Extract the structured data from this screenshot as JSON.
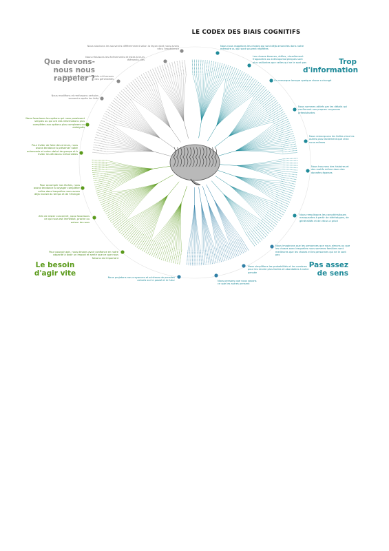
{
  "title": "LE CODEX DES BIAIS COGNITIFS",
  "quadrants": {
    "memory": "Que devons-nous nous rappeler ?",
    "info": "Trop d'information",
    "meaning": "Pas assez de sens",
    "action": "Le besoin d'agir vite"
  },
  "colors": {
    "grey": "#8a8a8a",
    "teal": "#1f8a99",
    "blue": "#2f7fa6",
    "green": "#5a9a1a",
    "brain": "#7a7a7a"
  },
  "notes": {
    "m1": "Nous stockons les souvenirs différemment selon la façon dont nous avons vécu l'expérience",
    "m2": "Nous réduisons les événements et listes à leurs éléments-clés",
    "m3": "Nous écartons les spécificités et formons des généralités",
    "m4": "Nous modifions et renforçons certains souvenirs après les faits",
    "i1": "Nous nous rappelons les choses qui sont déjà amorcées dans notre mémoire ou qui sont souvent répétées",
    "i2": "Les choses bizarres, drôles, visuellement frappantes ou anthropomorphiques sont plus saillantes que celles qui ne le sont pas",
    "i3": "On remarque lorsque quelque chose a changé",
    "i4": "Nous sommes attirés par les détails qui confirment nos propres croyances préexistantes",
    "i5": "Nous remarquons les failles chez les autres plus facilement que chez nous-mêmes",
    "s1": "Nous trouvons des histoires et des motifs même dans des données éparses",
    "s2": "Nous remplissons les caractéristiques manquantes à partir de stéréotypes, de généralités et de vécus a priori",
    "s3": "Nous imaginons que les personnes que nous aimons ou que les choses avec lesquelles nous sommes familiers sont meilleures que les choses et les personnes qui ne le sont pas",
    "s4": "Nous simplifions les probabilités et les nombres pour les rendre plus faciles et abordables à notre pensée",
    "s5": "Nous pensons que nous savons ce que les autres pensent",
    "s6": "Nous projetons nos croyances et schémas de pensées actuels sur le passé et le futur",
    "a1": "Nous favorisons les options qui nous paraissent simples ou qui ont des informations plus complètes aux options plus complexes ou ambiguës",
    "a2": "Pour éviter de faire des erreurs, nous avons tendance à préserver notre autonomie et notre statut de groupe et à éviter les décisions irréversibles",
    "a3": "Pour accomplir nos tâches, nous avons tendance à voyager compléter celles dans lesquelles nous avons déjà investi du temps et de l'énergie",
    "a4": "Afin de rester concentré, nous favorisons ce qui nous est immédiat, proche ou autour de nous",
    "a5": "Pour pouvoir agir, nous devons avoir confiance en notre capacité à avoir un impact et sentir que ce que nous faisons est important"
  }
}
